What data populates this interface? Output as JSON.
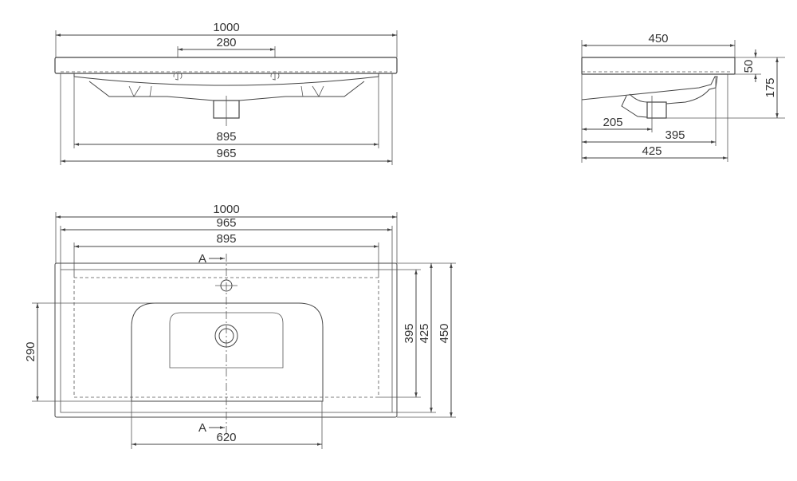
{
  "front_view": {
    "overall_width": "1000",
    "tap_spacing": "280",
    "bowl_width": "895",
    "cabinet_width": "965"
  },
  "side_view": {
    "depth": "450",
    "slab_height": "50",
    "total_height": "175",
    "drain_offset": "205",
    "bowl_depth": "395",
    "cabinet_depth": "425"
  },
  "plan_view": {
    "overall_width": "1000",
    "cabinet_width": "965",
    "bowl_width": "895",
    "basin_depth": "290",
    "basin_width": "620",
    "depth_bowl": "395",
    "depth_cabinet": "425",
    "depth_overall": "450",
    "section_mark_top": "A",
    "section_mark_bottom": "A"
  }
}
